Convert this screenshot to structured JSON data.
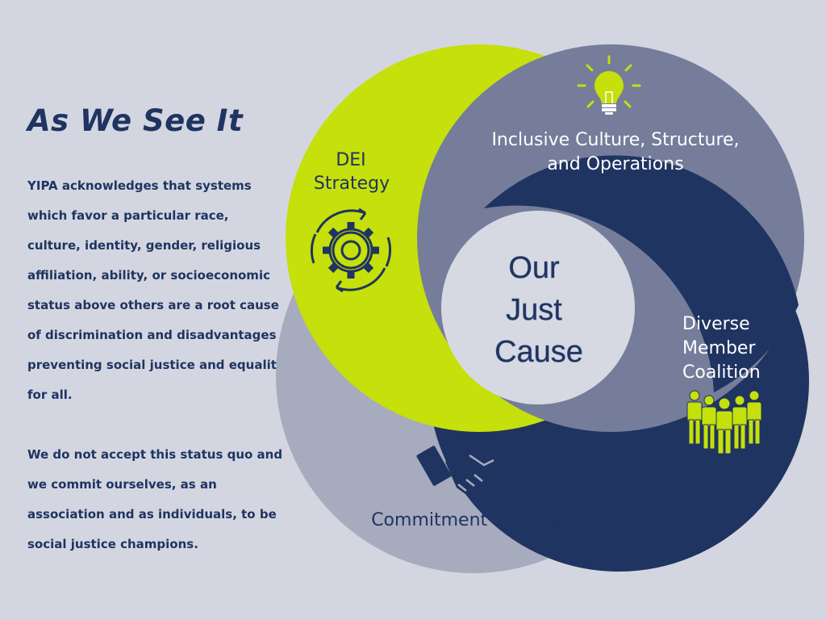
{
  "heading": "As We See It",
  "paragraphs": [
    "YIPA acknowledges that systems which favor a particular race, culture, identity, gender, religious affiliation, ability, or socioeconomic status above others are a root cause of discrimination and disadvantages preventing social justice and equality for all.",
    "We do not accept this status quo and we commit ourselves, as an association and as individuals, to be social justice champions."
  ],
  "diagram": {
    "center": {
      "lines": [
        "Our",
        "Just",
        "Cause"
      ]
    },
    "segments": [
      {
        "lines": [
          "DEI",
          "Strategy"
        ],
        "icon": "gear-cycle-icon"
      },
      {
        "lines": [
          "Inclusive Culture, Structure,",
          "and Operations"
        ],
        "icon": "lightbulb-icon"
      },
      {
        "lines": [
          "Diverse",
          "Member",
          "Coalition"
        ],
        "icon": "people-group-icon"
      },
      {
        "lines": [
          "Commitment to Equity"
        ],
        "icon": "handshake-icon"
      }
    ],
    "colors": {
      "background": "#d3d6e0",
      "lime": "#c5e00a",
      "slate": "#757d9a",
      "navy": "#1f3461",
      "gray_blue": "#a7abbe",
      "center": "#d6d9e2",
      "text_dark": "#1f3461",
      "text_light": "#ffffff"
    }
  }
}
